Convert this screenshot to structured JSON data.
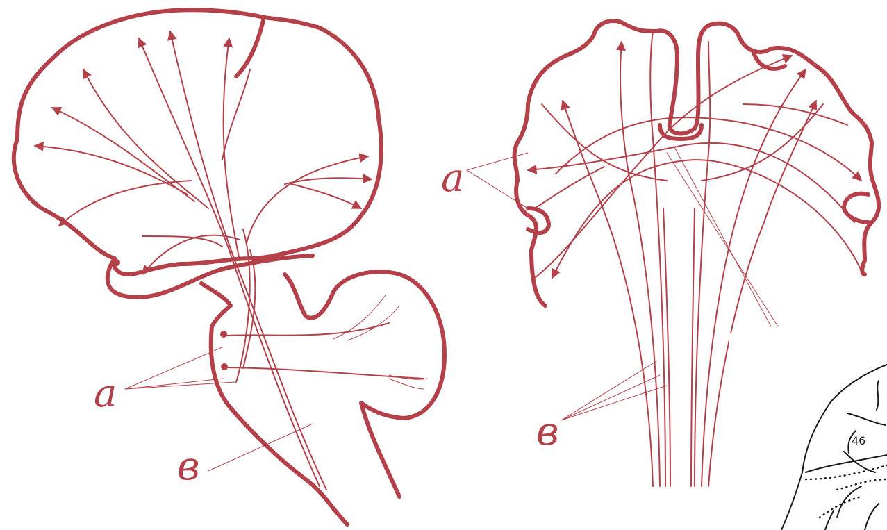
{
  "colors": {
    "ink": "#b4414a",
    "background": "#ffffff",
    "inset_ink": "#1a1a1a"
  },
  "left_diagram": {
    "label_a": "a",
    "label_v": "в"
  },
  "right_diagram": {
    "label_a": "a",
    "label_v": "в"
  },
  "inset": {
    "area_number": "46"
  }
}
